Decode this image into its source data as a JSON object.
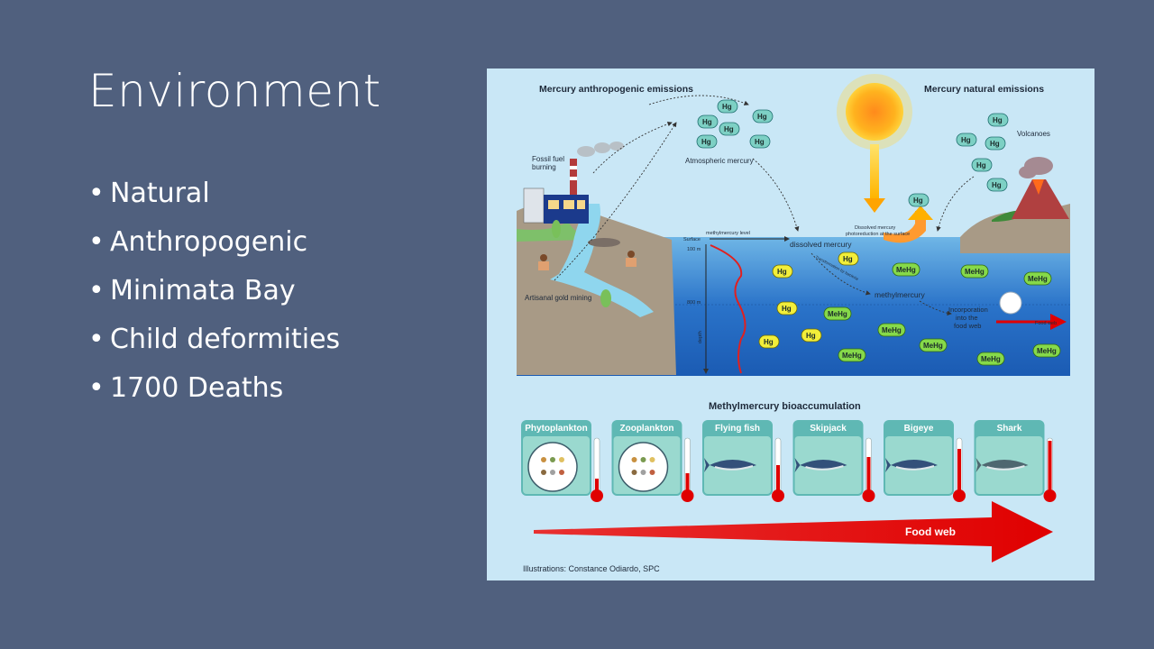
{
  "slide": {
    "title": "Environment",
    "bullets": [
      "Natural",
      "Anthropogenic",
      "Minimata Bay",
      "Child deformities",
      "1700 Deaths"
    ]
  },
  "figure": {
    "anthropogenic_title": "Mercury anthropogenic emissions",
    "natural_title": "Mercury natural emissions",
    "fossil_fuel": [
      "Fossil fuel",
      "burning"
    ],
    "atmospheric": "Atmospheric mercury",
    "volcanoes": "Volcanoes",
    "dissolved_photo": [
      "Dissolved mercury",
      "photoreduction at the surface"
    ],
    "methyl_level": "methylmercury level",
    "surface": "Surface",
    "depth_100": "100 m",
    "depth_800": "800 m",
    "depth": "depth",
    "dissolved_mercury": "dissolved mercury",
    "transformation": "Transformation by bacteria",
    "methylmercury": "methylmercury",
    "incorporation": [
      "Incorporation",
      "into the",
      "food web"
    ],
    "food_web_small": "Food web",
    "gold_mining": "Artisanal gold mining",
    "hg_label": "Hg",
    "mehg_label": "MeHg",
    "bioaccumulation_title": "Methylmercury bioaccumulation",
    "organisms": [
      "Phytoplankton",
      "Zooplankton",
      "Flying fish",
      "Skipjack",
      "Bigeye",
      "Shark"
    ],
    "organism_mercury_levels": [
      0.25,
      0.35,
      0.5,
      0.65,
      0.8,
      0.95
    ],
    "food_web_label": "Food web",
    "credit": "Illustrations: Constance Odiardo, SPC"
  }
}
